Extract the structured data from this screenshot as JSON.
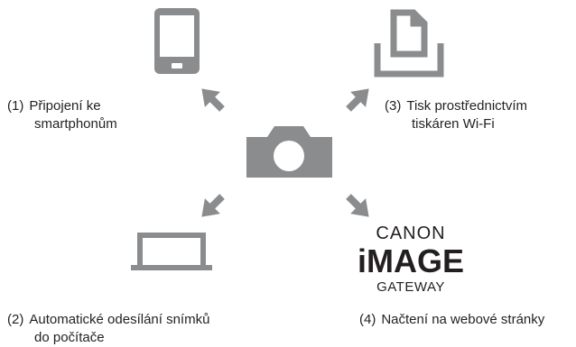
{
  "items": [
    {
      "number": "(1)",
      "line1": "Připojení ke",
      "line2": "smartphonům"
    },
    {
      "number": "(2)",
      "line1": "Automatické odesílání snímků",
      "line2": "do počítače"
    },
    {
      "number": "(3)",
      "line1": "Tisk prostřednictvím",
      "line2": "tiskáren Wi-Fi"
    },
    {
      "number": "(4)",
      "line1": "Načtení na webové stránky",
      "line2": ""
    }
  ],
  "logo": {
    "top": "CANON",
    "middle": "iMAGE",
    "bottom": "GATEWAY"
  },
  "colors": {
    "icon": "#8a8c8e",
    "text": "#231f20",
    "background": "#ffffff"
  },
  "icons": [
    "smartphone-icon",
    "printer-icon",
    "camera-icon",
    "laptop-icon",
    "canon-image-gateway-logo",
    "arrow-icon"
  ]
}
